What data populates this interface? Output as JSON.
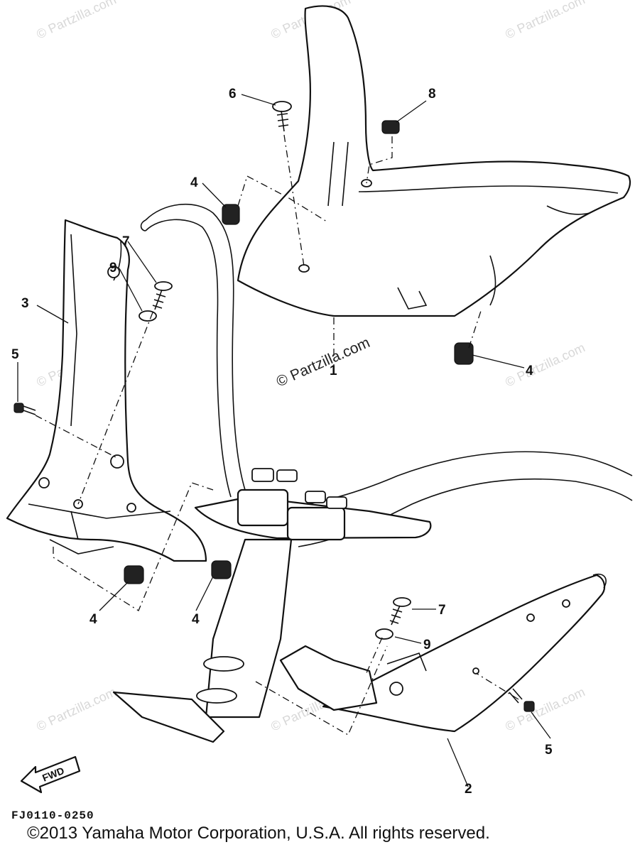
{
  "watermark_main": "© Partzilla.com",
  "watermark_faint": "© Partzilla.com",
  "callouts": {
    "part_1": "1",
    "part_2": "2",
    "part_3": "3",
    "part_4_top": "4",
    "part_4_right": "4",
    "part_4_bottom_left": "4",
    "part_4_bottom_mid": "4",
    "part_5_left": "5",
    "part_5_right": "5",
    "part_6": "6",
    "part_7_left": "7",
    "part_7_right": "7",
    "part_8": "8",
    "part_9_left": "9",
    "part_9_right": "9"
  },
  "fwd_label": "FWD",
  "diagram_code": "FJ0110-0250",
  "copyright": "©2013 Yamaha Motor Corporation, U.S.A. All rights reserved."
}
